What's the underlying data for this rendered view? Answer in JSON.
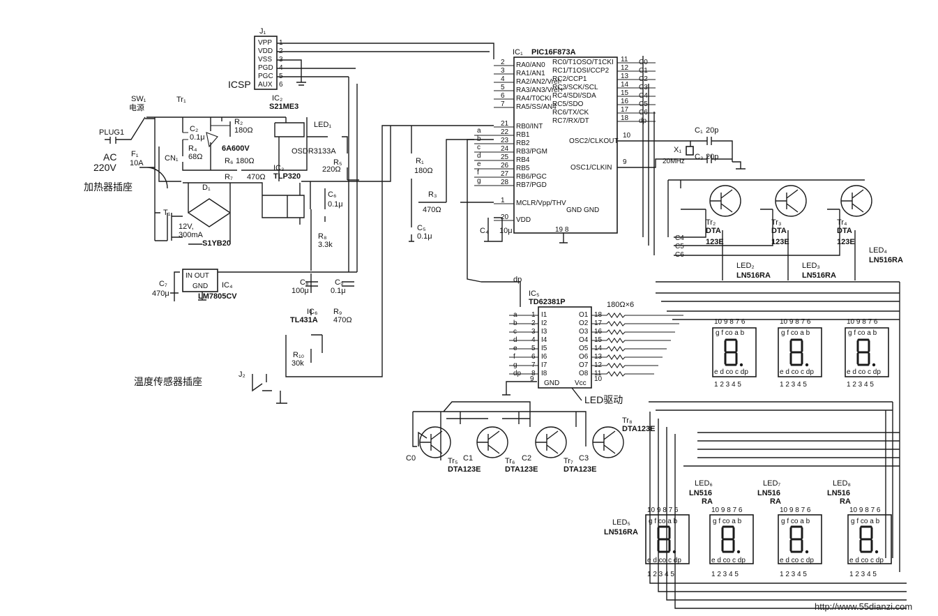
{
  "ic1": {
    "ref": "IC₁",
    "part": "PIC16F873A",
    "left": [
      {
        "label": "RA0/AN0",
        "pin": "2"
      },
      {
        "label": "RA1/AN1",
        "pin": "3"
      },
      {
        "label": "RA2/AN2/Vref-",
        "pin": "4"
      },
      {
        "label": "RA3/AN3/Vref+",
        "pin": "5"
      },
      {
        "label": "RA4/T0CKI",
        "pin": "6"
      },
      {
        "label": "RA5/SS/AN4",
        "pin": "7"
      },
      {
        "label": "RB0/INT",
        "pin": "21"
      },
      {
        "label": "RB1",
        "pin": "22"
      },
      {
        "label": "RB2",
        "pin": "23"
      },
      {
        "label": "RB3/PGM",
        "pin": "24"
      },
      {
        "label": "RB4",
        "pin": "25"
      },
      {
        "label": "RB5",
        "pin": "26"
      },
      {
        "label": "RB6/PGC",
        "pin": "27"
      },
      {
        "label": "RB7/PGD",
        "pin": "28"
      },
      {
        "label": "MCLR/Vpp/THV",
        "pin": "1"
      },
      {
        "label": "VDD",
        "pin": "20"
      }
    ],
    "right": [
      {
        "label": "RC0/T1OSO/T1CKI",
        "pin": "11",
        "net": "C0"
      },
      {
        "label": "RC1/T1OSI/CCP2",
        "pin": "12",
        "net": "C1"
      },
      {
        "label": "RC2/CCP1",
        "pin": "13",
        "net": "C2"
      },
      {
        "label": "RC3/SCK/SCL",
        "pin": "14",
        "net": "C3"
      },
      {
        "label": "RC4/SDI/SDA",
        "pin": "15",
        "net": "C4"
      },
      {
        "label": "RC5/SDO",
        "pin": "16",
        "net": "C5"
      },
      {
        "label": "RC6/TX/CK",
        "pin": "17",
        "net": "C6"
      },
      {
        "label": "RC7/RX/DT",
        "pin": "18",
        "net": "dp"
      }
    ],
    "osc2": {
      "label": "OSC2/CLKOUT",
      "pin": "10"
    },
    "osc1": {
      "label": "OSC1/CLKIN",
      "pin": "9"
    },
    "gnd": {
      "label": "GND GND",
      "pins": "19 8"
    },
    "seg_letters": [
      "a",
      "b",
      "c",
      "d",
      "e",
      "f",
      "g"
    ]
  },
  "j1": {
    "ref": "J₁",
    "pins": [
      "VPP",
      "VDD",
      "VSS",
      "PGD",
      "PGC",
      "AUX"
    ],
    "nums": [
      "1",
      "2",
      "3",
      "4",
      "5",
      "6"
    ],
    "name": "ICSP"
  },
  "power": {
    "sw1": "SW₁",
    "sw1_name": "电源",
    "plug": "PLUG1",
    "ac": "AC",
    "volts": "220V",
    "f1": "F₁",
    "f1_val": "10A",
    "cn1": "CN₁",
    "heater": "加热器插座",
    "tr1": "Tr₁",
    "triac": "6A600V",
    "c2": "C₂",
    "c2_val": "0.1μ",
    "r2": "R₂",
    "r2_val": "180Ω",
    "r4": "R₄",
    "r4_val": "68Ω",
    "r6": "R₆",
    "r6_val": "180Ω",
    "r7": "R₇",
    "r7_val": "470Ω",
    "ic2": "IC₂",
    "ic2_part": "S21ME3",
    "led1": "LED₁",
    "led1_part": "OSDR3133A",
    "r5": "R₅",
    "r5_val": "220Ω",
    "ic3": "IC₃",
    "ic3_part": "TLP320",
    "t1": "T₁",
    "t1_val": "12V,",
    "t1_val2": "300mA",
    "d1": "D₁",
    "bridge": "S1YB20",
    "c6": "C₆",
    "c6_val": "0.1μ",
    "r8": "R₈",
    "r8_val": "3.3k",
    "ic4": "IC₄",
    "ic4_part": "LM7805CV",
    "ic4_in": "IN OUT",
    "ic4_gnd": "GND",
    "c7": "C₇",
    "c7_val": "470μ",
    "c8": "C₈",
    "c8_val": "100μ",
    "c9": "C₉",
    "c9_val": "0.1μ",
    "ic6": "IC₆",
    "ic6_part": "TL431A",
    "r9": "R₉",
    "r9_val": "470Ω",
    "r10": "R₁₀",
    "r10_val": "30k",
    "j2": "J₂",
    "sensor": "温度传感器插座",
    "r1": "R₁",
    "r1_val": "180Ω",
    "r3": "R₃",
    "r3_val": "470Ω",
    "c5": "C₅",
    "c5_val": "0.1μ",
    "c4": "C₄",
    "c4_val": "10μ"
  },
  "osc": {
    "c1": "C₁",
    "c1_val": "20p",
    "c3": "C₃",
    "c3_val": "20p",
    "x1": "X₁",
    "x1_val": "20MHz"
  },
  "ic5": {
    "ref": "IC₅",
    "part": "TD62381P",
    "inputs": [
      {
        "label": "I1",
        "pin": "1",
        "net": "a"
      },
      {
        "label": "I2",
        "pin": "2",
        "net": "b"
      },
      {
        "label": "I3",
        "pin": "3",
        "net": "c"
      },
      {
        "label": "I4",
        "pin": "4",
        "net": "d"
      },
      {
        "label": "I5",
        "pin": "5",
        "net": "e"
      },
      {
        "label": "I6",
        "pin": "6",
        "net": "f"
      },
      {
        "label": "I7",
        "pin": "7",
        "net": "g"
      },
      {
        "label": "I8",
        "pin": "8",
        "net": "dp"
      }
    ],
    "outputs": [
      {
        "label": "O1",
        "pin": "18"
      },
      {
        "label": "O2",
        "pin": "17"
      },
      {
        "label": "O3",
        "pin": "16"
      },
      {
        "label": "O4",
        "pin": "15"
      },
      {
        "label": "O5",
        "pin": "14"
      },
      {
        "label": "O6",
        "pin": "13"
      },
      {
        "label": "O7",
        "pin": "12"
      },
      {
        "label": "O8",
        "pin": "11"
      }
    ],
    "gnd": "GND",
    "gnd_pin": "9",
    "vcc": "Vcc",
    "vcc_pin": "10",
    "res": "180Ω×6",
    "driver": "LED驱动",
    "dp_net": "dp"
  },
  "transistors_top": [
    {
      "ref": "Tr₂",
      "part": "DTA",
      "part2": "123E",
      "net": "C4"
    },
    {
      "ref": "Tr₃",
      "part": "DTA",
      "part2": "123E",
      "net": "C5"
    },
    {
      "ref": "Tr₄",
      "part": "DTA",
      "part2": "123E",
      "net": "C6"
    }
  ],
  "transistors_bottom": [
    {
      "ref": "Tr₅",
      "part": "DTA123E",
      "net": "C0"
    },
    {
      "ref": "Tr₆",
      "part": "DTA123E",
      "net": "C1"
    },
    {
      "ref": "Tr₇",
      "part": "DTA123E",
      "net": "C2"
    },
    {
      "ref": "Tr₈",
      "part": "DTA123E",
      "net": "C3"
    }
  ],
  "leds_top": [
    {
      "ref": "LED₂",
      "part": "LN516RA"
    },
    {
      "ref": "LED₃",
      "part": "LN516RA"
    },
    {
      "ref": "LED₄",
      "part": "LN516RA"
    }
  ],
  "leds_bottom": [
    {
      "ref": "LED₅",
      "part": "LN516RA"
    },
    {
      "ref": "LED₆",
      "part": "LN516",
      "part2": "RA"
    },
    {
      "ref": "LED₇",
      "part": "LN516",
      "part2": "RA"
    },
    {
      "ref": "LED₈",
      "part": "LN516",
      "part2": "RA"
    }
  ],
  "led_pins_top": [
    "10",
    "9",
    "8",
    "7",
    "6"
  ],
  "led_pins_bottom": [
    "1",
    "2",
    "3",
    "4",
    "5"
  ],
  "led_seg_top": "g f co a b",
  "led_seg_bottom": "e d co c dp",
  "watermark": "http://www.55dianzi.com"
}
